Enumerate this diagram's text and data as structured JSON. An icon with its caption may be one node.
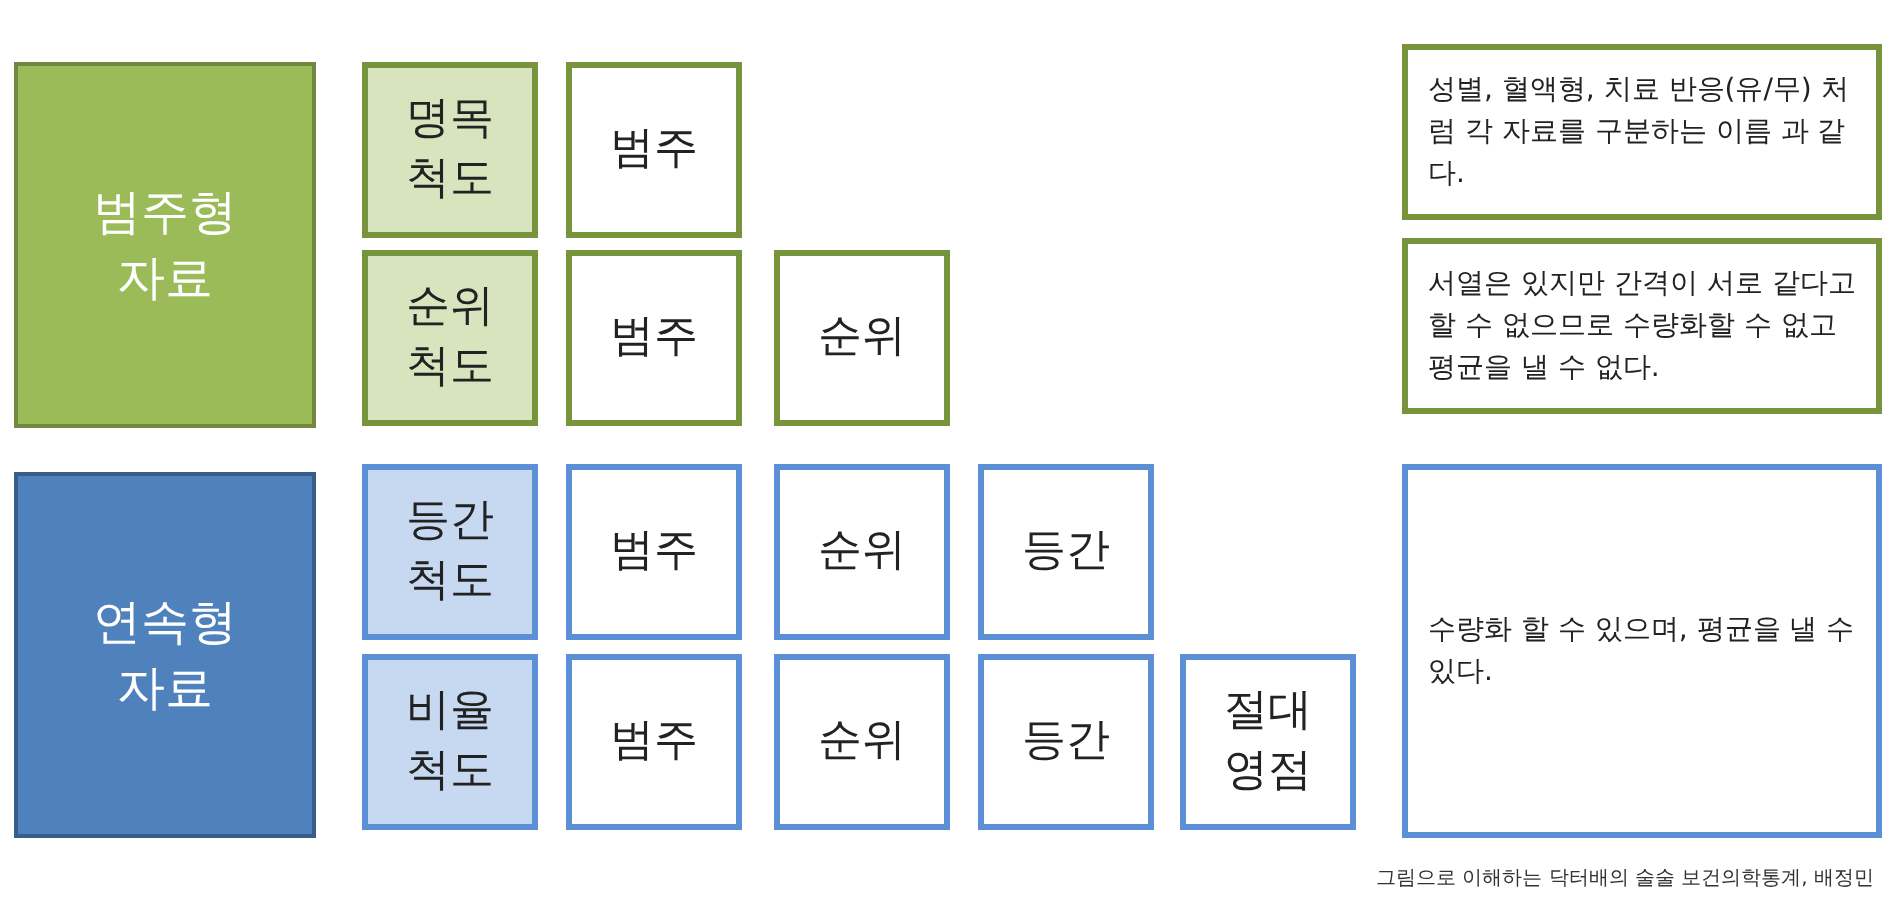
{
  "diagram": {
    "caption": "그림으로 이해하는 닥터배의 술술 보건의학통계, 배정민",
    "nodes": [
      {
        "text": [
          "범주형 자료"
        ]
      },
      {
        "text": [
          "명목 척도"
        ]
      },
      {
        "text": [
          "범주"
        ]
      },
      {
        "text": [
          "성별, 혈액형, 치료 반응(유/무) 처럼 각 자료를 구분하는 이름 과 같다."
        ]
      },
      {
        "text": [
          "순위 척도"
        ]
      },
      {
        "text": [
          "범주"
        ]
      },
      {
        "text": [
          "순위"
        ]
      },
      {
        "text": [
          "서열은 있지만 간격이 서로 같다고 할 수 없으므로 수량화할 수 없고 평균을 낼 수 없다."
        ]
      },
      {
        "text": [
          "연속형 자료"
        ]
      },
      {
        "text": [
          "등간 척도"
        ]
      },
      {
        "text": [
          "범주"
        ]
      },
      {
        "text": [
          "순위"
        ]
      },
      {
        "text": [
          "등간"
        ]
      },
      {
        "text": [
          "수량화 할 수 있으며, 평균을 낼 수 있다."
        ]
      },
      {
        "text": [
          "비율 척도"
        ]
      },
      {
        "text": [
          "범주"
        ]
      },
      {
        "text": [
          "순위"
        ]
      },
      {
        "text": [
          "등간"
        ]
      },
      {
        "text": [
          "절대 영점"
        ]
      }
    ]
  }
}
